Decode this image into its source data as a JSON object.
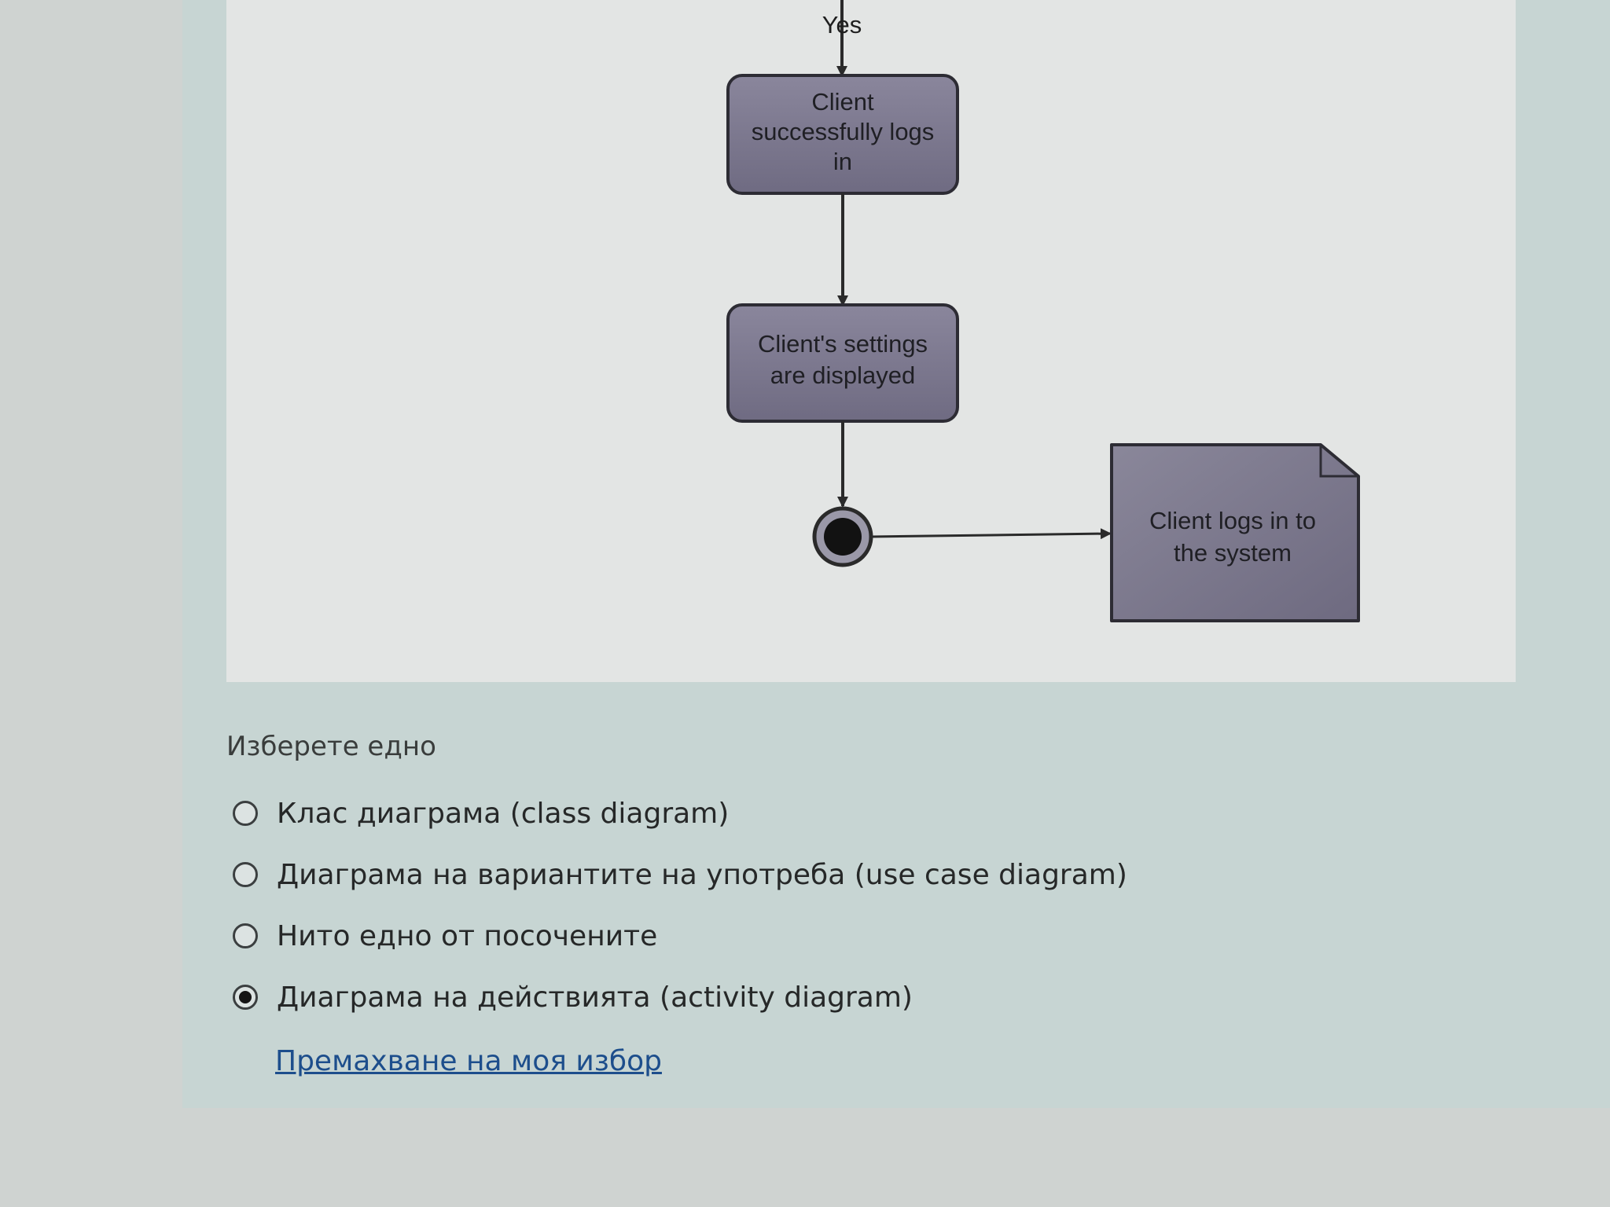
{
  "diagram": {
    "guard_label": "Yes",
    "nodes": {
      "login_success": [
        "Client",
        "successfully logs",
        "in"
      ],
      "settings_displayed": [
        "Client's settings",
        "are displayed"
      ],
      "note": [
        "Client logs in to",
        "the system"
      ]
    },
    "colors": {
      "node_fill": "#7f7b91",
      "node_border": "#2d2c34",
      "edge": "#2a2a2a",
      "figure_bg": "#e3e5e4"
    }
  },
  "question": {
    "prompt": "Изберете едно",
    "options": [
      {
        "label": "Клас диаграма (class diagram)",
        "selected": false
      },
      {
        "label": "Диаграма на вариантите на употреба (use case diagram)",
        "selected": false
      },
      {
        "label": "Нито едно от посочените",
        "selected": false
      },
      {
        "label": "Диаграма на действията (activity diagram)",
        "selected": true
      }
    ],
    "clear_choice_label": "Премахване на моя избор",
    "colors": {
      "card_bg": "#c7d5d3",
      "link": "#1d4e8c"
    }
  }
}
